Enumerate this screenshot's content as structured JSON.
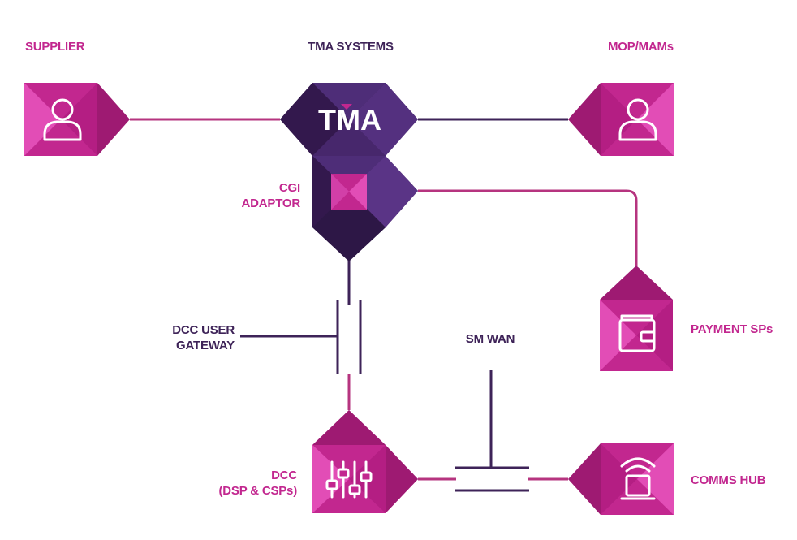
{
  "colors": {
    "magenta": "#c2278f",
    "magenta_light": "#e24db6",
    "pink_line": "#b6347f",
    "purple_dark": "#3e2358",
    "purple_mid": "#4e2d78",
    "white": "#ffffff"
  },
  "labels": {
    "supplier": "SUPPLIER",
    "tma_systems": "TMA SYSTEMS",
    "mop_mams": "MOP/MAMs",
    "cgi_line1": "CGI",
    "cgi_line2": "ADAPTOR",
    "dcc_gateway_line1": "DCC USER",
    "dcc_gateway_line2": "GATEWAY",
    "sm_wan": "SM WAN",
    "payment_sps": "PAYMENT SPs",
    "dcc_line1": "DCC",
    "dcc_line2": "(DSP & CSPs)",
    "comms_hub": "COMMS HUB",
    "tma_logo": "TMA"
  },
  "nodes": [
    {
      "id": "supplier",
      "icon": "user-icon",
      "color": "magenta"
    },
    {
      "id": "tma-systems",
      "icon": "tma-logo",
      "color": "purple"
    },
    {
      "id": "mop-mams",
      "icon": "user-icon",
      "color": "magenta"
    },
    {
      "id": "cgi-adaptor",
      "icon": "square-gem-icon",
      "color": "purple"
    },
    {
      "id": "payment-sps",
      "icon": "wallet-icon",
      "color": "magenta"
    },
    {
      "id": "dcc",
      "icon": "sliders-icon",
      "color": "magenta"
    },
    {
      "id": "comms-hub",
      "icon": "signal-hub-icon",
      "color": "magenta"
    }
  ]
}
